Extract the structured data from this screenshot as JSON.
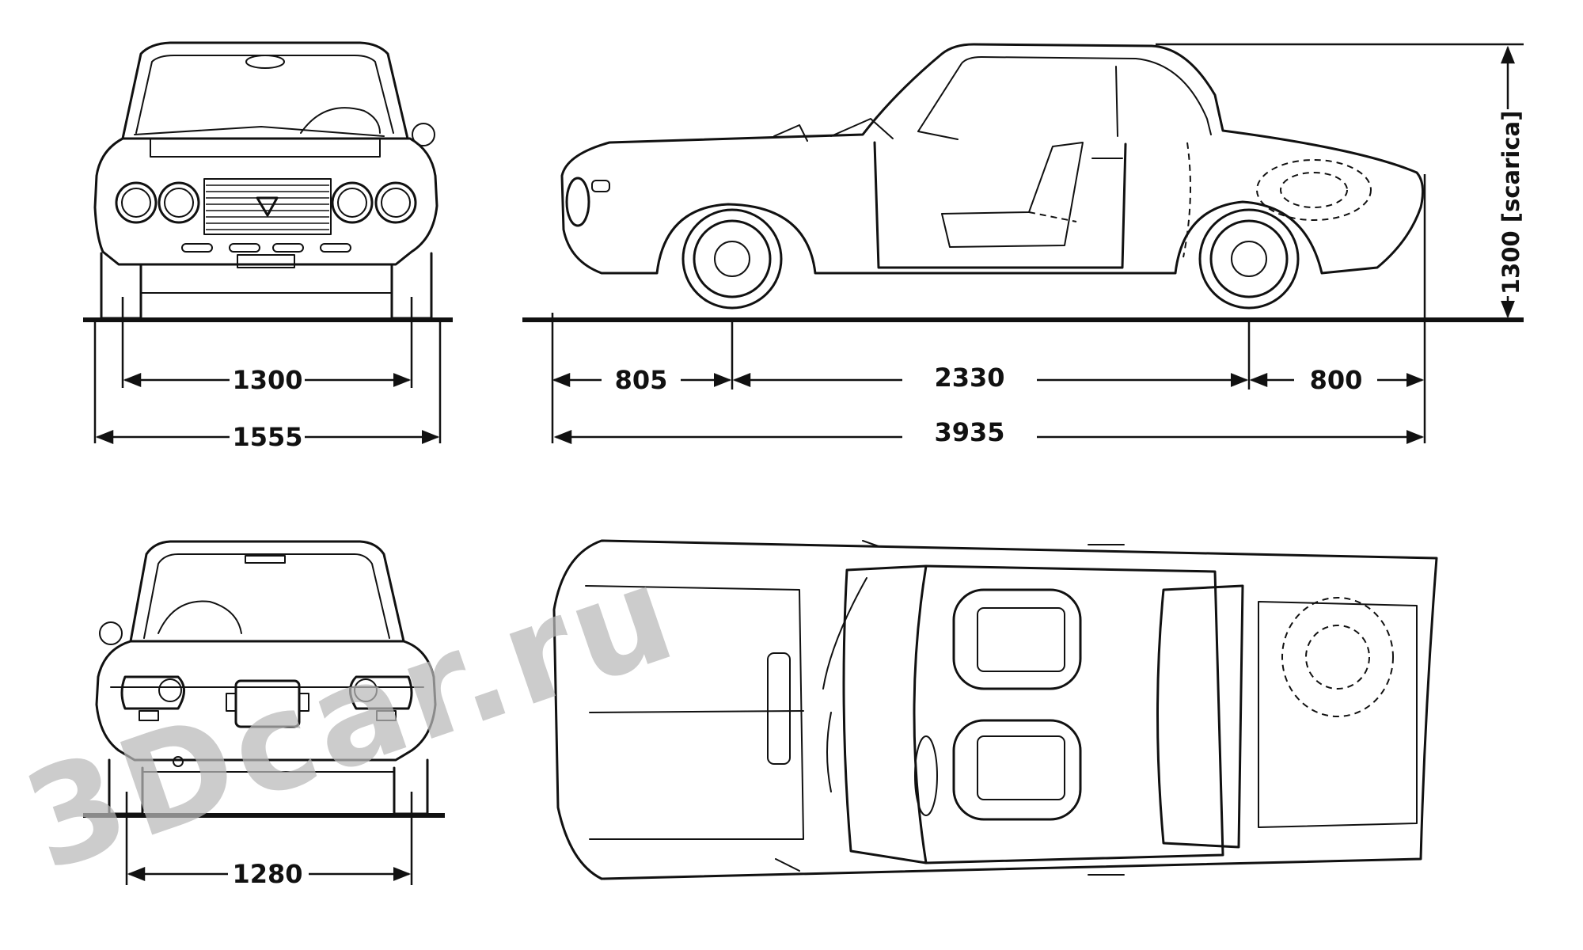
{
  "dimensions": {
    "front_track": "1300",
    "front_width": "1555",
    "rear_track": "1280",
    "front_overhang": "805",
    "wheelbase": "2330",
    "rear_overhang": "800",
    "overall_length": "3935",
    "height": "1300 [scarica]"
  },
  "watermark": {
    "text": "3Dcar.ru",
    "color": "#b9b9b9"
  },
  "colors": {
    "line": "#111111",
    "background": "#ffffff"
  }
}
